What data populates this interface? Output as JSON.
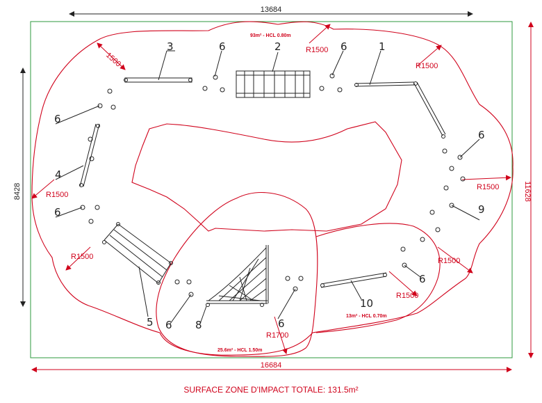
{
  "dimensions": {
    "top_width": "13684",
    "bottom_width": "16684",
    "left_height": "8428",
    "right_height": "11628"
  },
  "radii": {
    "r_top_right_a": "R1500",
    "r_top_right_b": "R1500",
    "r_right_mid": "R1500",
    "r_right_low": "R1500",
    "r_left_mid": "R1500",
    "r_left_low": "R1500",
    "r_bottom_right": "R1500",
    "r_bottom_center": "R1700",
    "offset_top_left": "1500"
  },
  "zones": {
    "zone_top": "93m² - HCL 0.80m",
    "zone_bottom_right": "13m² - HCL 0.70m",
    "zone_bottom_center": "25.6m² - HCL 1.50m"
  },
  "labels": [
    "1",
    "2",
    "3",
    "4",
    "5",
    "6",
    "8",
    "9",
    "10"
  ],
  "callouts": {
    "six": "6",
    "one": "1",
    "two": "2",
    "three": "3",
    "four": "4",
    "five": "5",
    "eight": "8",
    "nine": "9",
    "ten": "10"
  },
  "footer": "SURFACE ZONE D'IMPACT TOTALE: 131.5m²",
  "colors": {
    "outline_red": "#d0021b",
    "frame_green": "#2e9a3e",
    "ink": "#222222"
  }
}
